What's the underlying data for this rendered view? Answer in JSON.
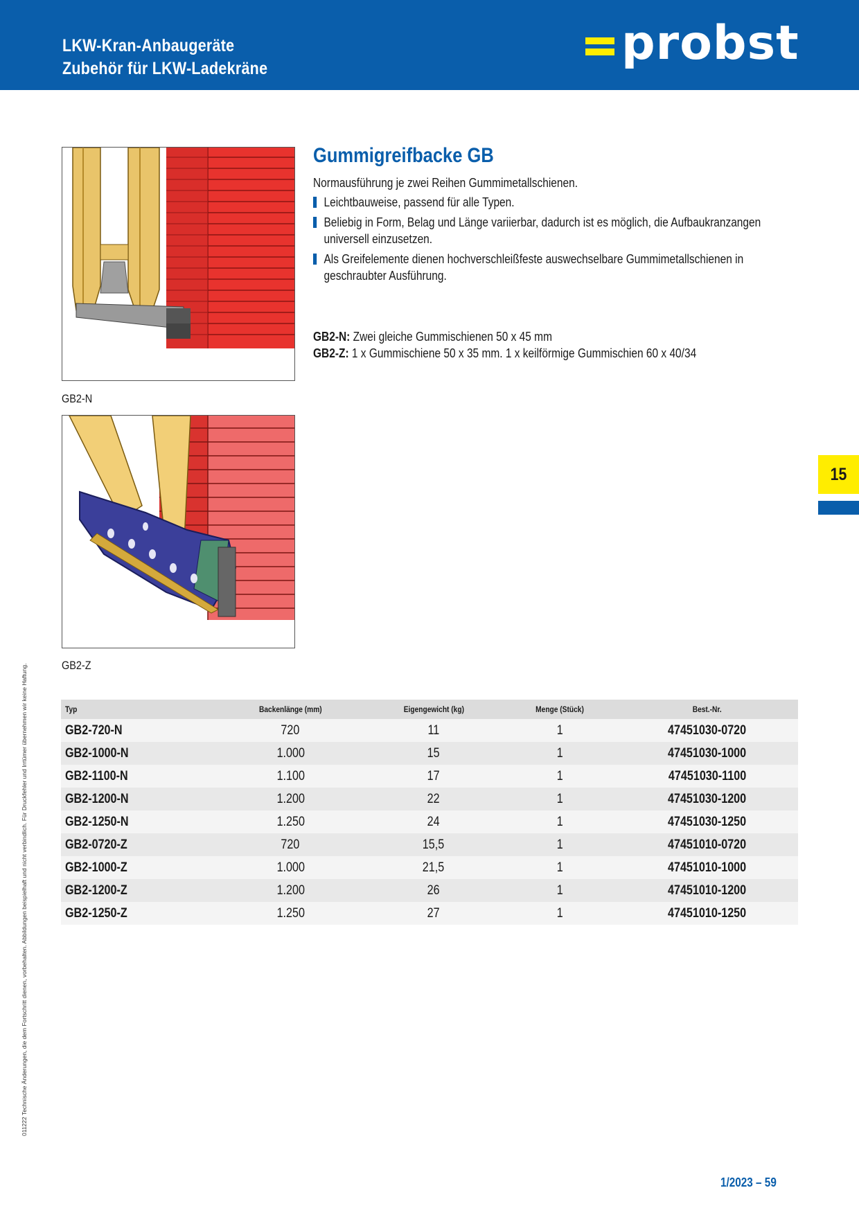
{
  "header": {
    "line1": "LKW-Kran-Anbaugeräte",
    "line2": "Zubehör für LKW-Ladekräne",
    "logo_text": "probst"
  },
  "product": {
    "title": "Gummigreifbacke GB",
    "intro": "Normausführung je zwei Reihen Gummimetallschienen.",
    "bullets": [
      "Leichtbauweise, passend für alle Typen.",
      "Beliebig in Form, Belag und Länge variierbar, dadurch ist es möglich, die Aufbaukranzangen universell einzusetzen.",
      "Als Greifelemente dienen hochverschleißfeste auswechselbare Gummimetallschienen in geschraubter Ausführung."
    ],
    "specs": [
      {
        "label": "GB2-N:",
        "text": " Zwei gleiche Gummischienen 50 x 45 mm"
      },
      {
        "label": "GB2-Z:",
        "text": " 1 x Gummischiene 50 x 35 mm. 1 x keilförmige Gummischien 60 x 40/34"
      }
    ]
  },
  "images": {
    "caption1": "GB2-N",
    "caption2": "GB2-Z"
  },
  "side_tab": "15",
  "vertical_note": "011222 Technische Änderungen, die dem Fortschritt dienen, vorbehalten. Abbildungen beispielhaft und nicht verbindlich. Für Druckfehler und Irrtümer übernehmen wir keine Haftung.",
  "table": {
    "headers": [
      "Typ",
      "Backenlänge (mm)",
      "Eigengewicht (kg)",
      "Menge (Stück)",
      "Best.-Nr."
    ],
    "rows": [
      [
        "GB2-720-N",
        "720",
        "11",
        "1",
        "47451030-0720"
      ],
      [
        "GB2-1000-N",
        "1.000",
        "15",
        "1",
        "47451030-1000"
      ],
      [
        "GB2-1100-N",
        "1.100",
        "17",
        "1",
        "47451030-1100"
      ],
      [
        "GB2-1200-N",
        "1.200",
        "22",
        "1",
        "47451030-1200"
      ],
      [
        "GB2-1250-N",
        "1.250",
        "24",
        "1",
        "47451030-1250"
      ],
      [
        "GB2-0720-Z",
        "720",
        "15,5",
        "1",
        "47451010-0720"
      ],
      [
        "GB2-1000-Z",
        "1.000",
        "21,5",
        "1",
        "47451010-1000"
      ],
      [
        "GB2-1200-Z",
        "1.200",
        "26",
        "1",
        "47451010-1200"
      ],
      [
        "GB2-1250-Z",
        "1.250",
        "27",
        "1",
        "47451010-1250"
      ]
    ]
  },
  "footer": "1/2023 – 59"
}
